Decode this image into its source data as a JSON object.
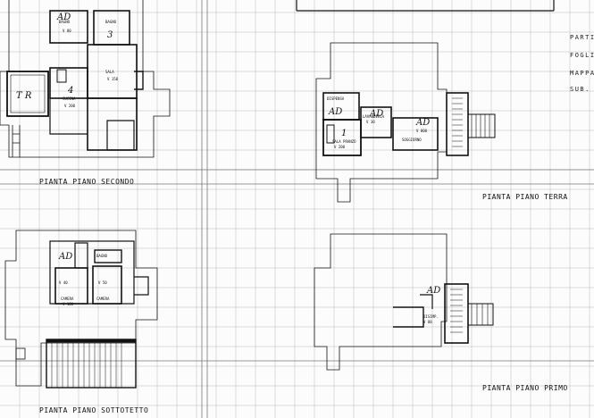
{
  "sheet": {
    "labels": {
      "secondo": "PIANTA PIANO SECONDO",
      "terra": "PIANTA PIANO TERRA",
      "sottotetto": "PIANTA PIANO SOTTOTETTO",
      "primo": "PIANTA PIANO PRIMO"
    },
    "side_notes": [
      "PARTI",
      "FOGLIO",
      "MAPPA",
      "SUB."
    ],
    "handwritten": {
      "room_3": "3",
      "ad_a": "AD",
      "ad_b": "AD",
      "ad_c": "AD",
      "ad_d": "AD",
      "ad_e": "AD",
      "ad_f": "AD",
      "n1": "1",
      "n4": "4",
      "tr": "T R"
    }
  }
}
